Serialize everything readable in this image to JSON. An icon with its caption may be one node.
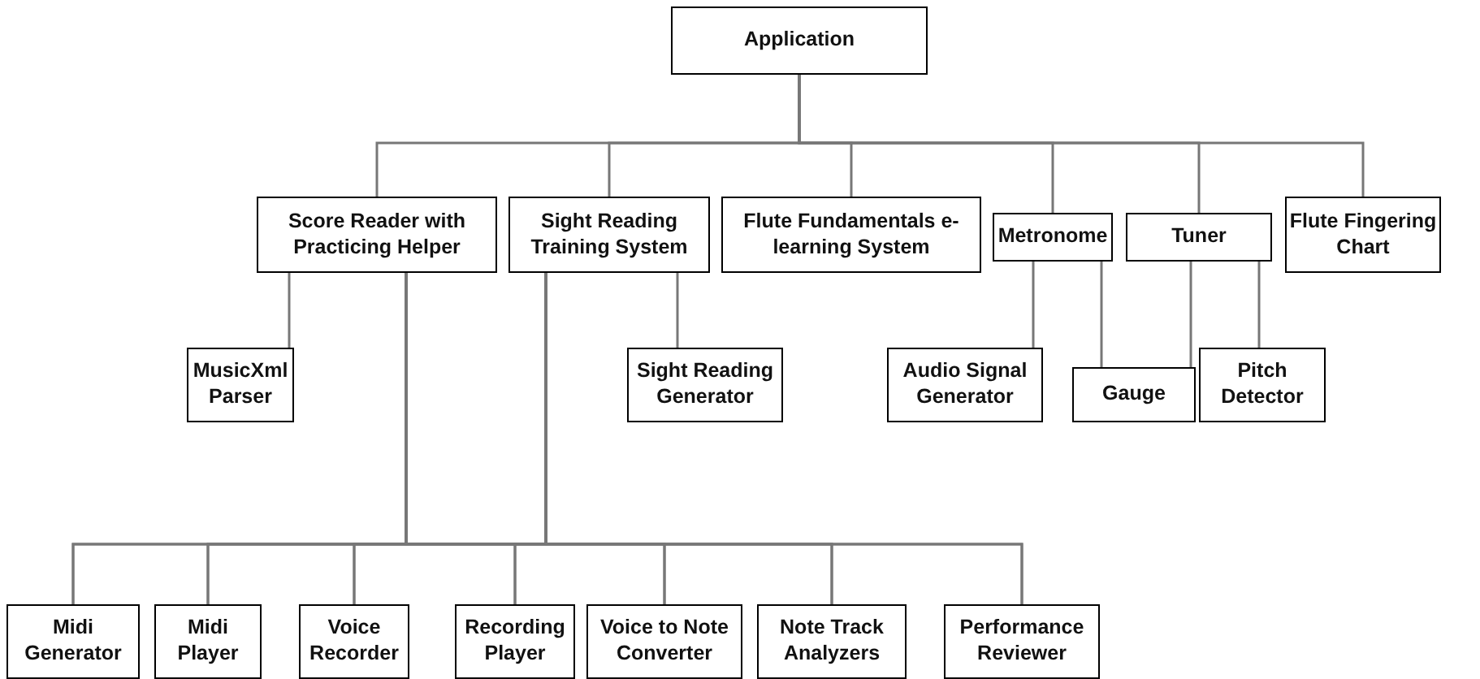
{
  "diagram": {
    "nodes": [
      {
        "text": [
          "Application"
        ]
      },
      {
        "text": [
          "Score Reader with Practicing Helper"
        ]
      },
      {
        "text": [
          "Sight Reading Training System"
        ]
      },
      {
        "text": [
          "Flute Fundamentals e-learning System"
        ]
      },
      {
        "text": [
          "Metronome"
        ]
      },
      {
        "text": [
          "Tuner"
        ]
      },
      {
        "text": [
          "Flute Fingering Chart"
        ]
      },
      {
        "text": [
          "MusicXml Parser"
        ]
      },
      {
        "text": [
          "Sight Reading Generator"
        ]
      },
      {
        "text": [
          "Audio Signal Generator"
        ]
      },
      {
        "text": [
          "Gauge"
        ]
      },
      {
        "text": [
          "Pitch Detector"
        ]
      },
      {
        "text": [
          "Midi Generator"
        ]
      },
      {
        "text": [
          "Midi Player"
        ]
      },
      {
        "text": [
          "Voice Recorder"
        ]
      },
      {
        "text": [
          "Recording Player"
        ]
      },
      {
        "text": [
          "Voice to Note Converter"
        ]
      },
      {
        "text": [
          "Note Track Analyzers"
        ]
      },
      {
        "text": [
          "Performance Reviewer"
        ]
      }
    ],
    "edges": [
      {
        "from": 0,
        "to": 1,
        "arrow": "none"
      },
      {
        "from": 0,
        "to": 2,
        "arrow": "none"
      },
      {
        "from": 0,
        "to": 3,
        "arrow": "none"
      },
      {
        "from": 0,
        "to": 4,
        "arrow": "none"
      },
      {
        "from": 0,
        "to": 5,
        "arrow": "none"
      },
      {
        "from": 0,
        "to": 6,
        "arrow": "none"
      },
      {
        "from": 1,
        "to": 7,
        "arrow": "none"
      },
      {
        "from": 2,
        "to": 8,
        "arrow": "none"
      },
      {
        "from": 4,
        "to": 9,
        "arrow": "none"
      },
      {
        "from": 4,
        "to": 10,
        "arrow": "none"
      },
      {
        "from": 5,
        "to": 10,
        "arrow": "none"
      },
      {
        "from": 5,
        "to": 11,
        "arrow": "none"
      },
      {
        "from": 1,
        "to": 12,
        "arrow": "none"
      },
      {
        "from": 1,
        "to": 13,
        "arrow": "none"
      },
      {
        "from": 1,
        "to": 14,
        "arrow": "none"
      },
      {
        "from": 1,
        "to": 15,
        "arrow": "none"
      },
      {
        "from": 1,
        "to": 16,
        "arrow": "none"
      },
      {
        "from": 1,
        "to": 17,
        "arrow": "none"
      },
      {
        "from": 1,
        "to": 18,
        "arrow": "none"
      },
      {
        "from": 2,
        "to": 12,
        "arrow": "none"
      },
      {
        "from": 2,
        "to": 13,
        "arrow": "none"
      },
      {
        "from": 2,
        "to": 14,
        "arrow": "none"
      },
      {
        "from": 2,
        "to": 15,
        "arrow": "none"
      },
      {
        "from": 2,
        "to": 16,
        "arrow": "none"
      },
      {
        "from": 2,
        "to": 17,
        "arrow": "none"
      },
      {
        "from": 2,
        "to": 18,
        "arrow": "none"
      }
    ]
  }
}
